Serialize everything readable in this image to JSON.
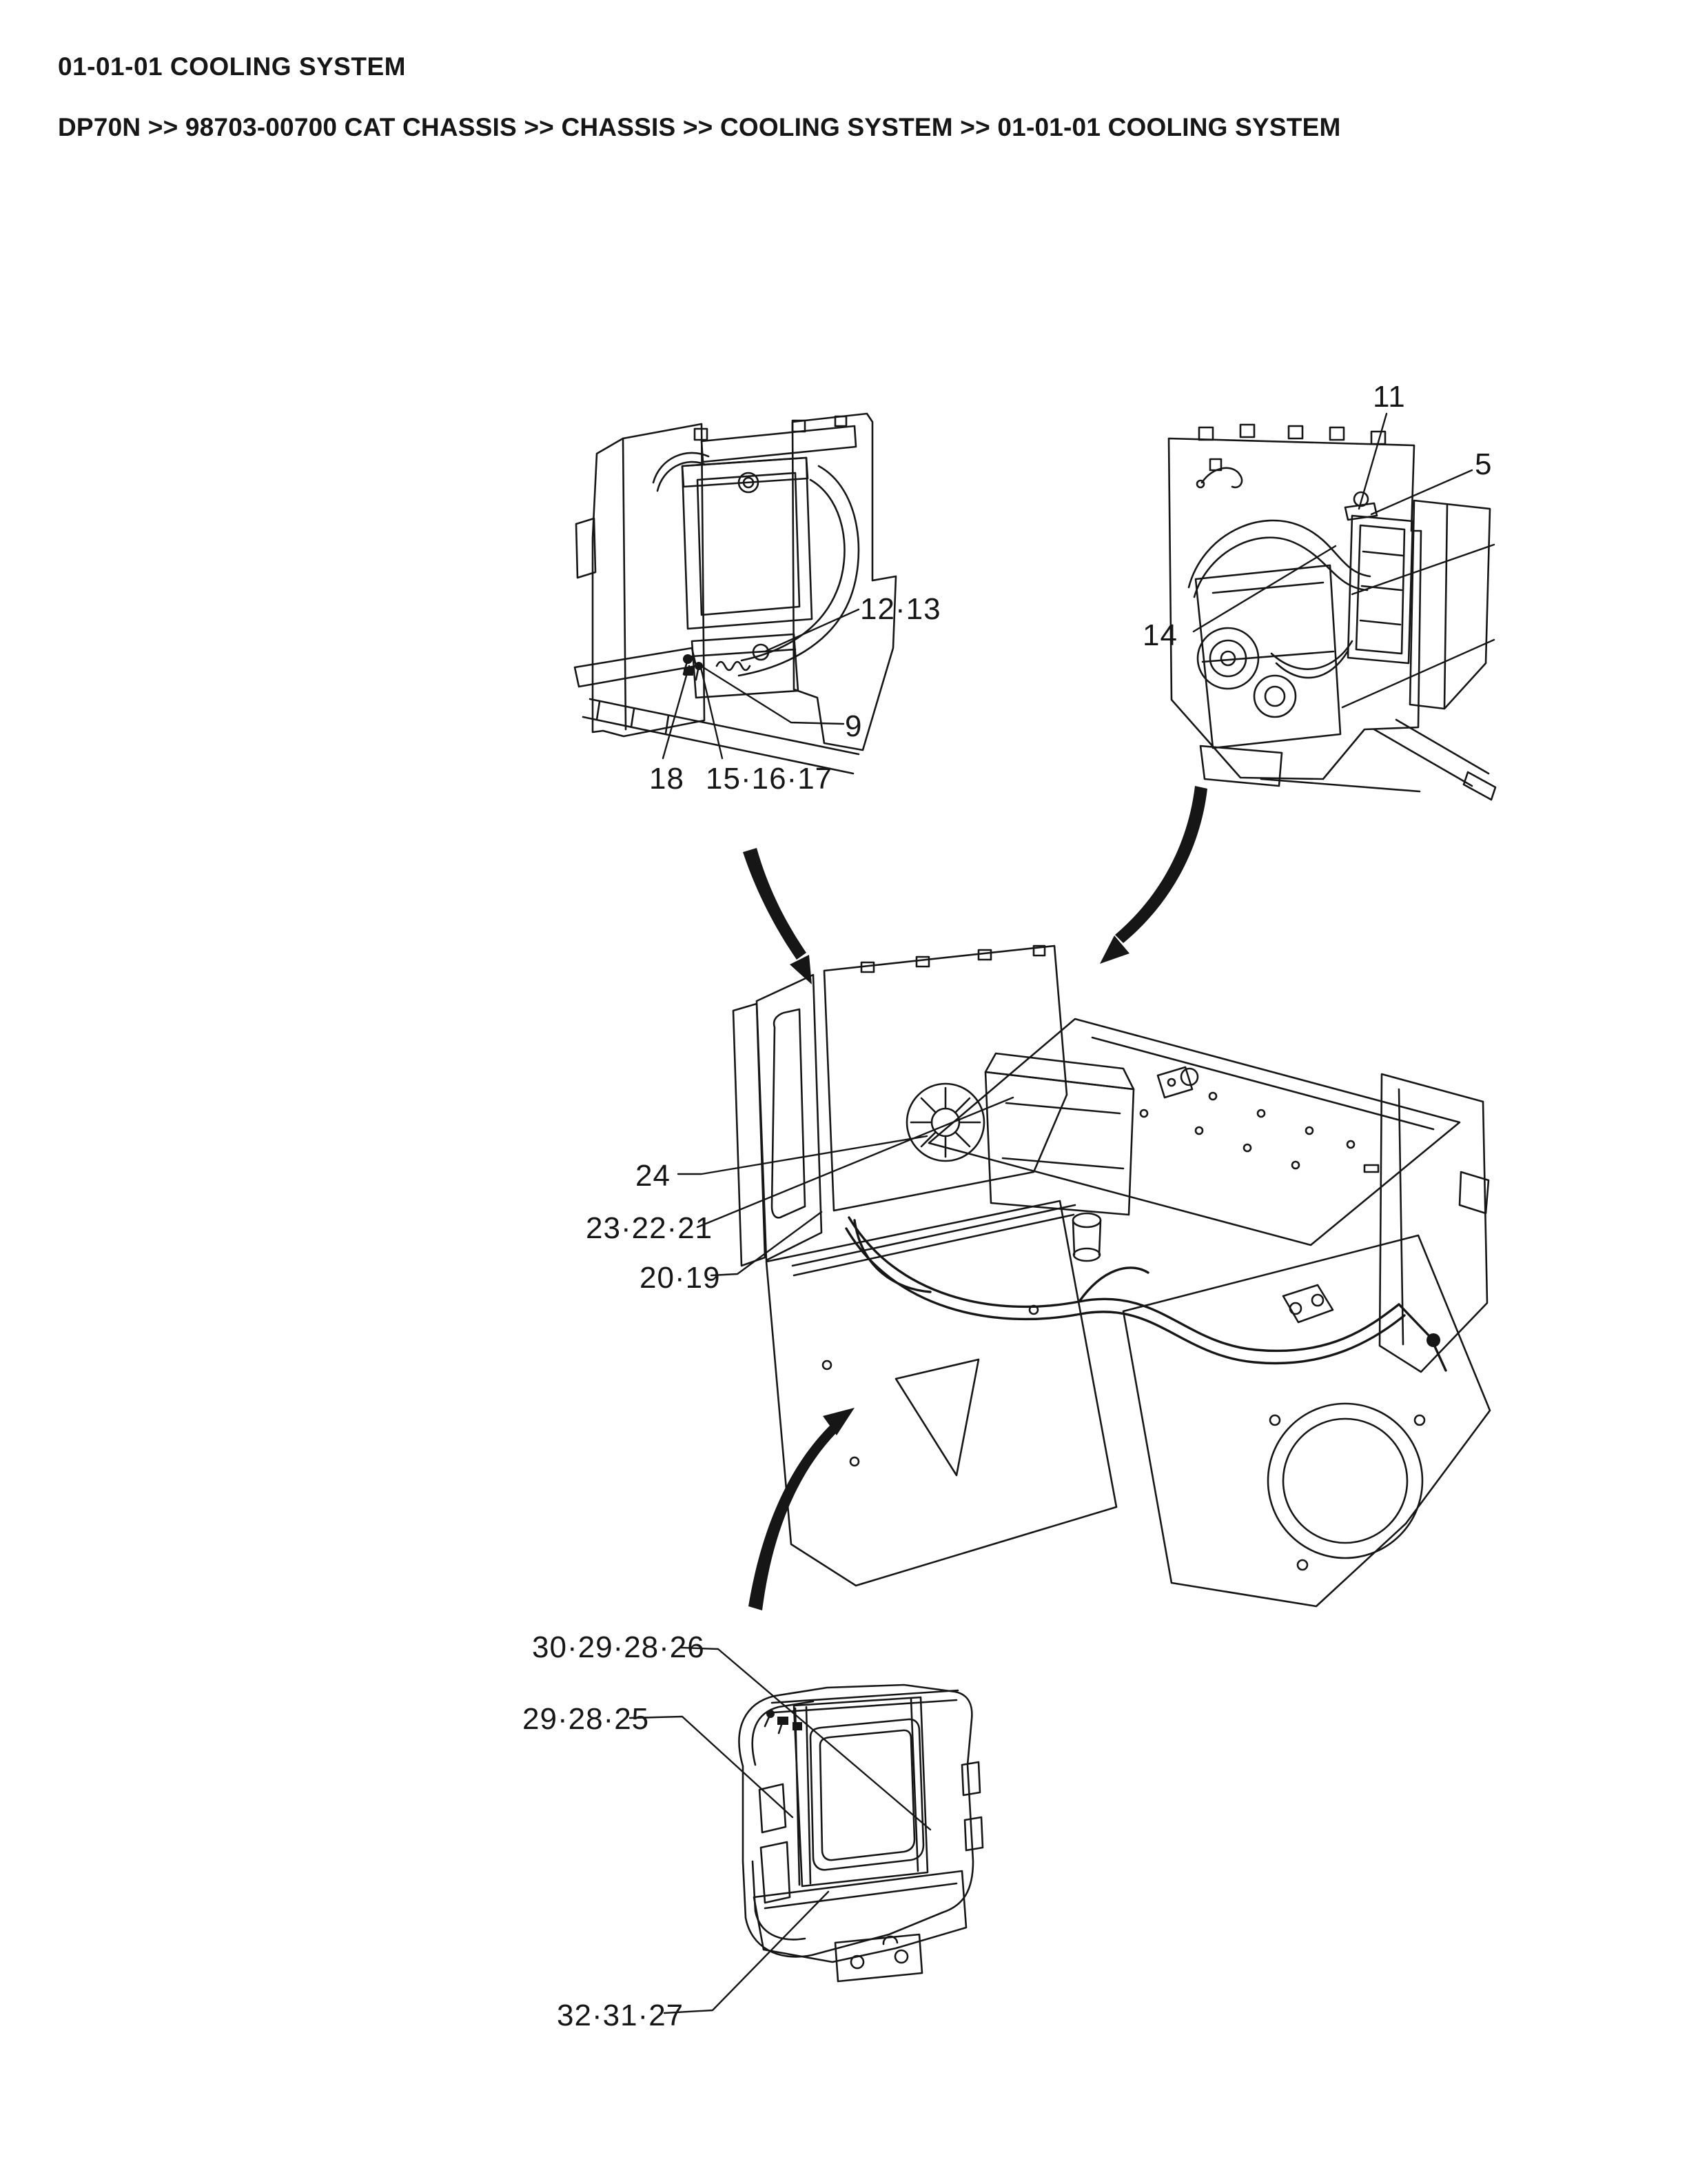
{
  "page": {
    "title": "01-01-01 COOLING SYSTEM",
    "breadcrumb": {
      "segments": [
        "DP70N",
        "98703-00700 CAT CHASSIS",
        "CHASSIS",
        "COOLING SYSTEM",
        "01-01-01 COOLING SYSTEM"
      ],
      "separator": " >> "
    }
  },
  "colors": {
    "ink": "#161616",
    "paper": "#ffffff"
  },
  "diagram": {
    "views": {
      "radiator_mount": {
        "labels": {
          "l1": "12·13",
          "l2": "9",
          "l3": "18",
          "l4": "15·16·17"
        }
      },
      "engine_side": {
        "labels": {
          "l1": "11",
          "l2": "5",
          "l3": "14"
        }
      },
      "chassis_overview": {
        "labels": {
          "l1": "24",
          "l2": "23·22·21",
          "l3": "20·19"
        }
      },
      "fan_shroud": {
        "labels": {
          "l1": "30·29·28·26",
          "l2": "29·28·25",
          "l3": "32·31·27"
        }
      }
    }
  }
}
